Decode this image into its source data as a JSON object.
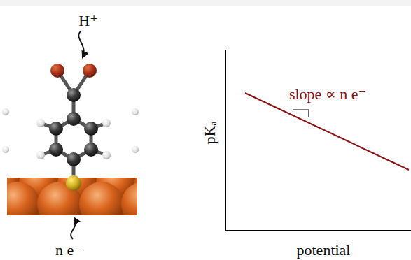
{
  "diagram": {
    "labels": [
      "H⁺",
      "n e⁻",
      "pKₐ",
      "potential",
      "slope ∝ n e⁻"
    ]
  }
}
